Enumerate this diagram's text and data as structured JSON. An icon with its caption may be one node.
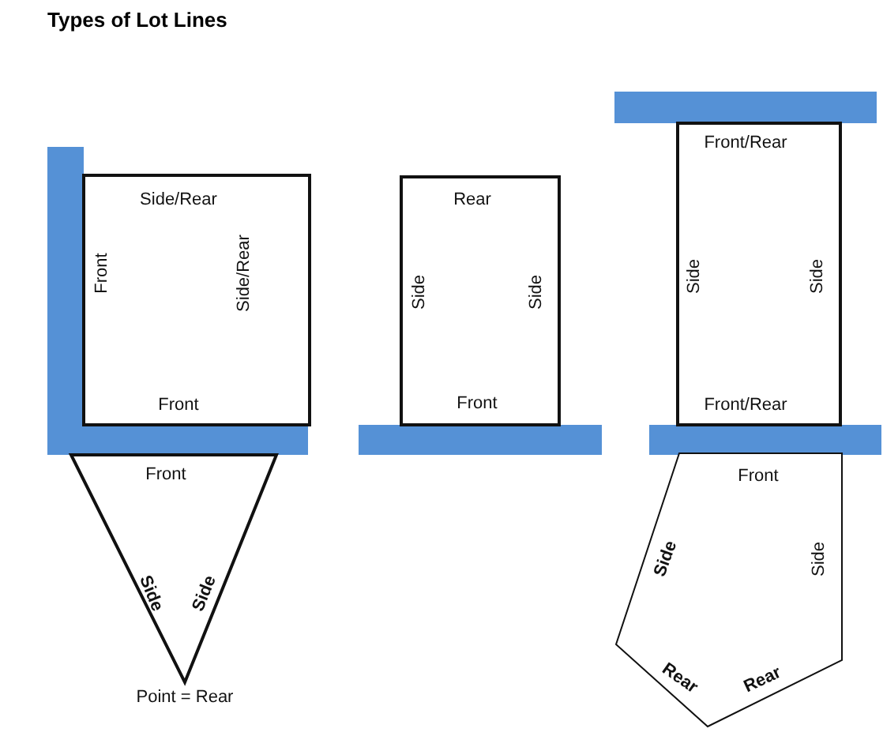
{
  "diagram": {
    "title": "Types of Lot Lines",
    "nodes": [
      {
        "text": [
          "Side/Rear",
          "Front",
          "Side/Rear",
          "Front"
        ]
      },
      {
        "text": [
          "Front",
          "Side",
          "Side"
        ],
        "beside": [
          "Point = Rear"
        ]
      },
      {
        "text": [
          "Rear",
          "Side",
          "Side",
          "Front"
        ]
      },
      {
        "text": [
          "Front/Rear",
          "Side",
          "Side",
          "Front/Rear"
        ]
      },
      {
        "text": [
          "Front",
          "Side",
          "Side",
          "Rear",
          "Rear"
        ]
      },
      {
        "text": [],
        "shape": "bar"
      },
      {
        "text": [],
        "shape": "bar"
      },
      {
        "text": [],
        "shape": "bar"
      },
      {
        "text": [],
        "shape": "bar"
      },
      {
        "text": [],
        "shape": "bar"
      }
    ]
  }
}
